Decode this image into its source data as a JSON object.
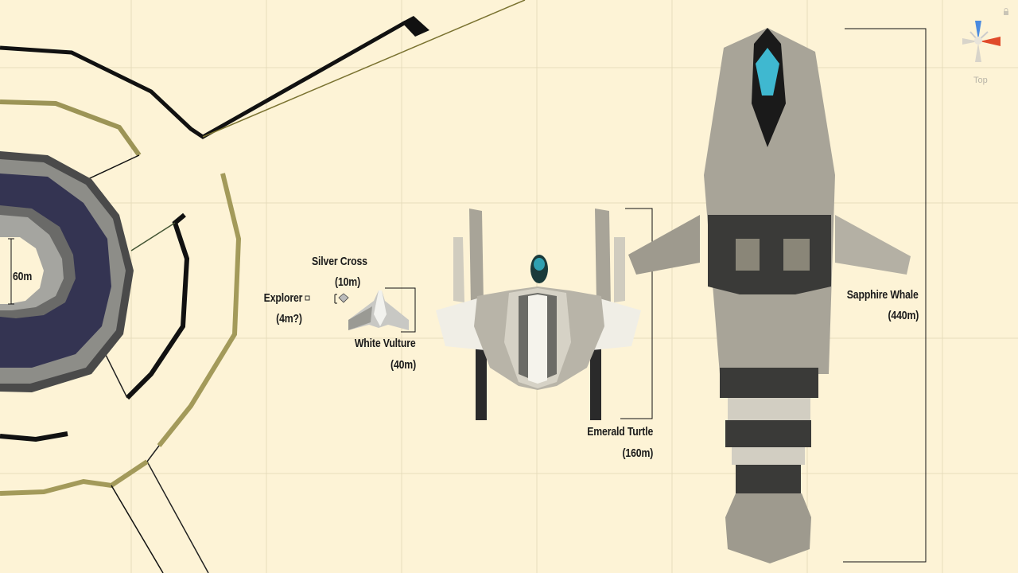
{
  "view": {
    "orientation": "Top"
  },
  "ships": [
    {
      "id": "explorer",
      "name": "Explorer",
      "size": "(4m?)"
    },
    {
      "id": "silver-cross",
      "name": "Silver Cross",
      "size": "(10m)"
    },
    {
      "id": "white-vulture",
      "name": "White Vulture",
      "size": "(40m)"
    },
    {
      "id": "emerald-turtle",
      "name": "Emerald Turtle",
      "size": "(160m)"
    },
    {
      "id": "sapphire-whale",
      "name": "Sapphire Whale",
      "size": "(440m)"
    }
  ],
  "station": {
    "label": "60m"
  },
  "colors": {
    "background": "#fdf3d6",
    "grid": "#e9dfc0",
    "ring_olive": "#a39a5a",
    "hull": "#a8a498",
    "sapphire": "#3fb8d0",
    "station_core": "#333355"
  }
}
